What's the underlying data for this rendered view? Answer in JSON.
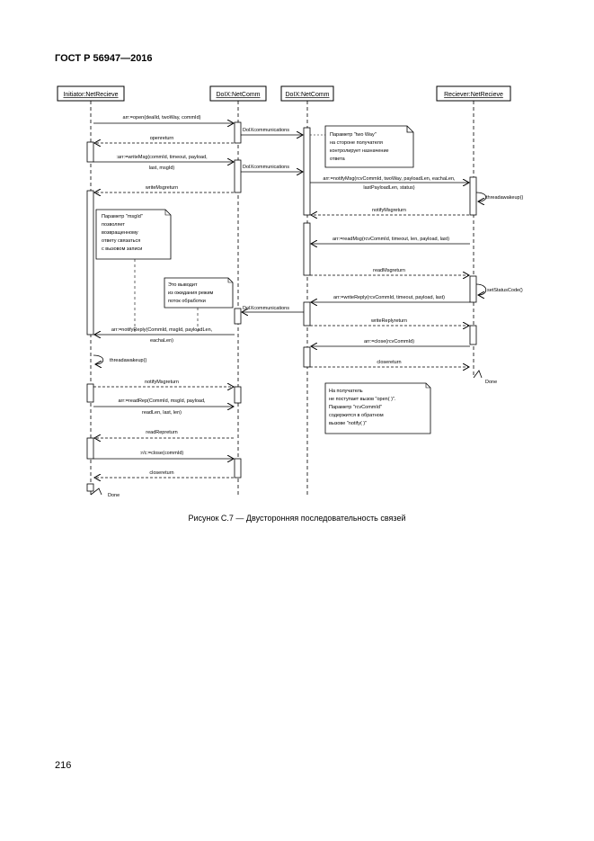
{
  "header": {
    "standard": "ГОСТ Р 56947—2016"
  },
  "footer": {
    "page_number": "216"
  },
  "figure": {
    "caption": "Рисунок С.7 — Двусторонняя последовательность связей"
  },
  "participants": [
    "Initiator:NetRecieve",
    "DoIX:NetComm",
    "DoIX:NetComm",
    "Reciever:NetRecieve"
  ],
  "messages": [
    "arr:=open(dealId, twoWay, commId)",
    "DoIXcommunications",
    "openreturn",
    ":arr:=writeMsg(commId, timeout, payload,",
    "last, msgId)",
    "DoIXcommunications",
    "arr:=notifyMsg(rcvCommId, twoWay, payloadLen, eachaLen,",
    "lastPayloadLen, status)",
    "writeMsgreturn",
    "threadawakeup()",
    "notifyMsgreturn",
    "arr:=readMsg(rcvCommId, timeout, len, payload, last)",
    "readMsgreturn",
    "setStatusCode()",
    "DoIXcommunications",
    "arr:=writeReply(rcvCommId, timeout, payload, last)",
    "writeReplyreturn",
    "arr:=notifyReply(CommId, msgId, payloadLen,",
    "eachaLen)",
    "arr:=close(rcvCommId)",
    "threadawakeup()",
    "closereturn",
    "Done",
    "notifyMsgreturn",
    "arr:=readRep(CommId, msgId, payload,",
    "readLen, last, len)",
    "readRepreturn",
    ":r/c:=close(commId)",
    "closereturn",
    "Done"
  ],
  "notes": [
    {
      "lines": [
        "Параметр \"two Way\"",
        "на стороне получателя",
        "контролирует назначение",
        "ответа"
      ]
    },
    {
      "lines": [
        "Параметр \"msgId\"",
        "позволяет",
        "возвращенному",
        "ответу связаться",
        "с вызовом записи"
      ]
    },
    {
      "lines": [
        "Это выводит",
        "из ожидания режим",
        "поток обработки"
      ]
    },
    {
      "lines": [
        "На получатель",
        "не поступает вызов \"open( )\".",
        "Параметр \"rcvCommId\"",
        "содержится в обратном",
        "вызове \"notify( )\""
      ]
    }
  ]
}
